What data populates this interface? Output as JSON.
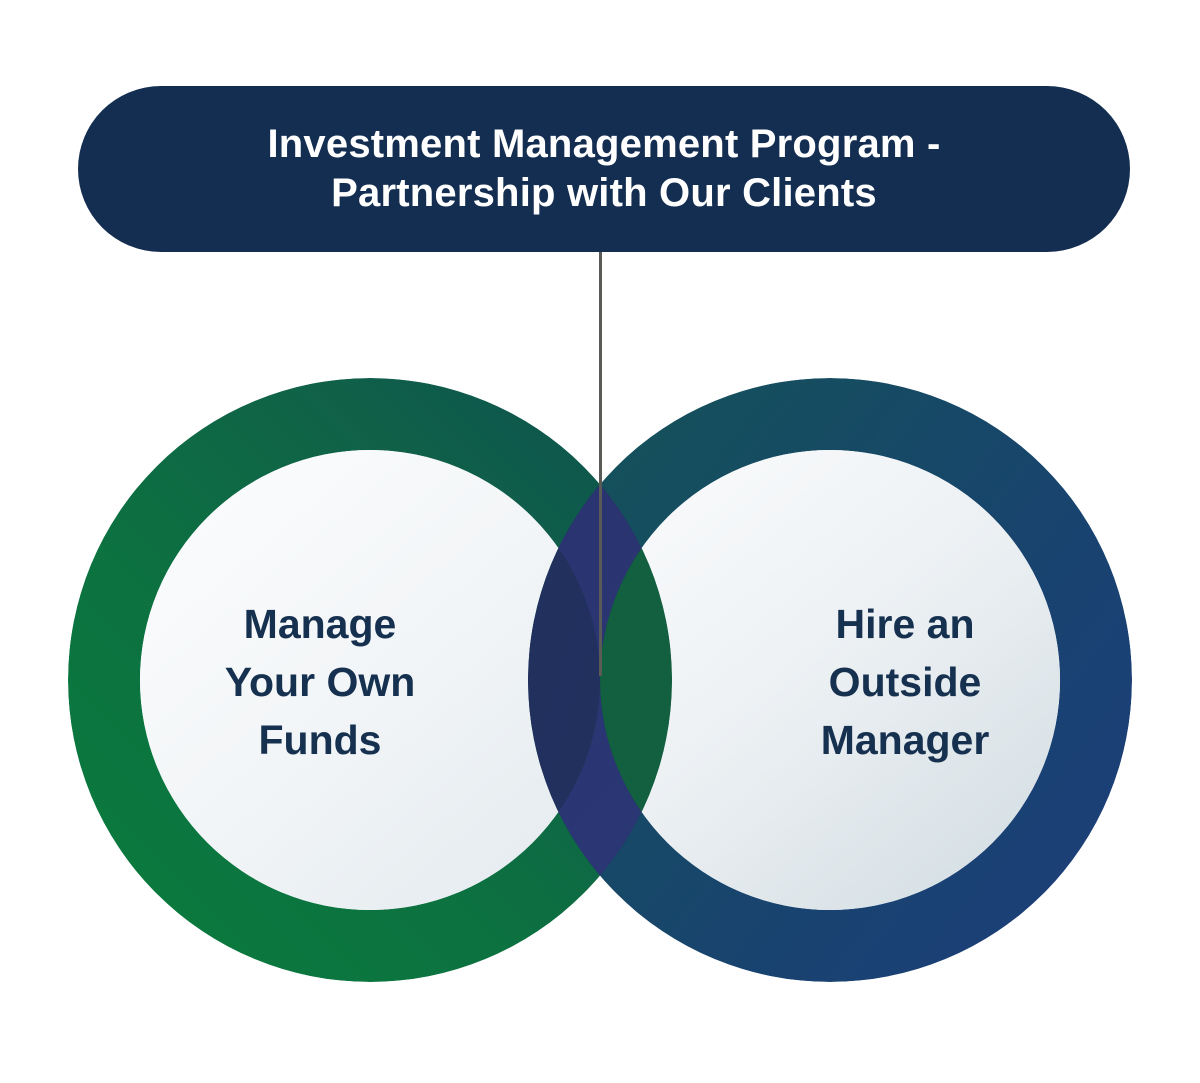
{
  "diagram": {
    "type": "venn",
    "title": "Investment Management Program -\nPartnership with Our Clients",
    "connector_line": "vertical-connector",
    "sets": [
      {
        "id": "left",
        "label": "Manage\nYour Own\nFunds",
        "ring_color_start": "#0A7A3E",
        "ring_color_end": "#0B4F51",
        "inner_fill_start": "#FBFCFD",
        "inner_fill_end": "#E6EDF0"
      },
      {
        "id": "right",
        "label": "Hire an\nOutside\nManager",
        "ring_color_start": "#155459",
        "ring_color_end": "#1B4377",
        "inner_fill_start": "#FBFCFD",
        "inner_fill_end": "#D7E0E5"
      }
    ],
    "overlap": {
      "ring_overlap_color": "#0B3F45",
      "lens_color": "#1B4A5C",
      "indigo_color": "#232D5E",
      "violet_color": "#2B3676"
    },
    "colors": {
      "title_background": "#142E52",
      "title_text": "#FFFFFF",
      "label_text": "#16304F",
      "connector": "#5A5A57",
      "page_background": "#FFFFFF"
    }
  }
}
